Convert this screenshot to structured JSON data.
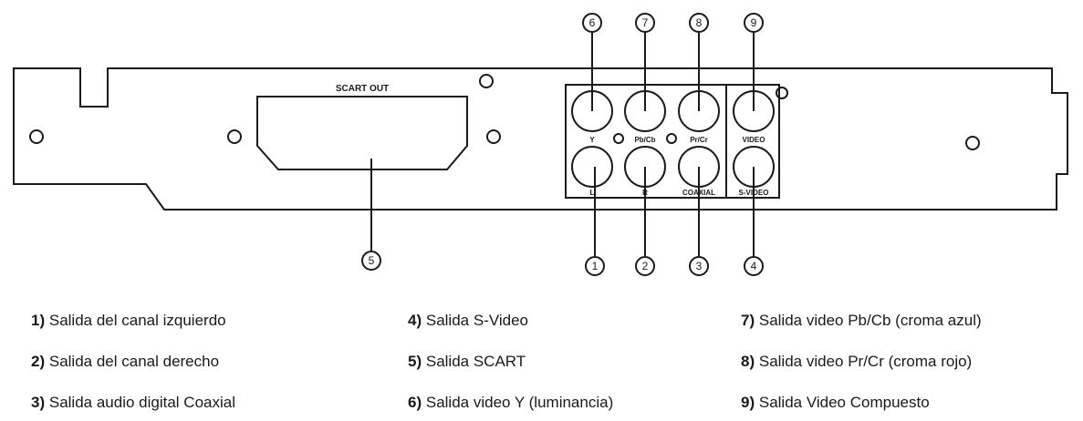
{
  "panel": {
    "scart_label": "SCART OUT",
    "jack_labels": {
      "y": "Y",
      "pb": "Pb/Cb",
      "pr": "Pr/Cr",
      "video": "VIDEO",
      "l": "L",
      "r": "R",
      "coaxial": "COAXIAL",
      "svideo": "S-VIDEO"
    }
  },
  "callouts": [
    "1",
    "2",
    "3",
    "4",
    "5",
    "6",
    "7",
    "8",
    "9"
  ],
  "legend": [
    {
      "num": "1)",
      "text": "Salida del canal izquierdo"
    },
    {
      "num": "2)",
      "text": "Salida del canal derecho"
    },
    {
      "num": "3)",
      "text": "Salida audio digital Coaxial"
    },
    {
      "num": "4)",
      "text": "Salida S-Video"
    },
    {
      "num": "5)",
      "text": "Salida SCART"
    },
    {
      "num": "6)",
      "text": "Salida video Y (luminancia)"
    },
    {
      "num": "7)",
      "text": "Salida video Pb/Cb (croma azul)"
    },
    {
      "num": "8)",
      "text": "Salida video Pr/Cr (croma rojo)"
    },
    {
      "num": "9)",
      "text": "Salida Video Compuesto"
    }
  ]
}
